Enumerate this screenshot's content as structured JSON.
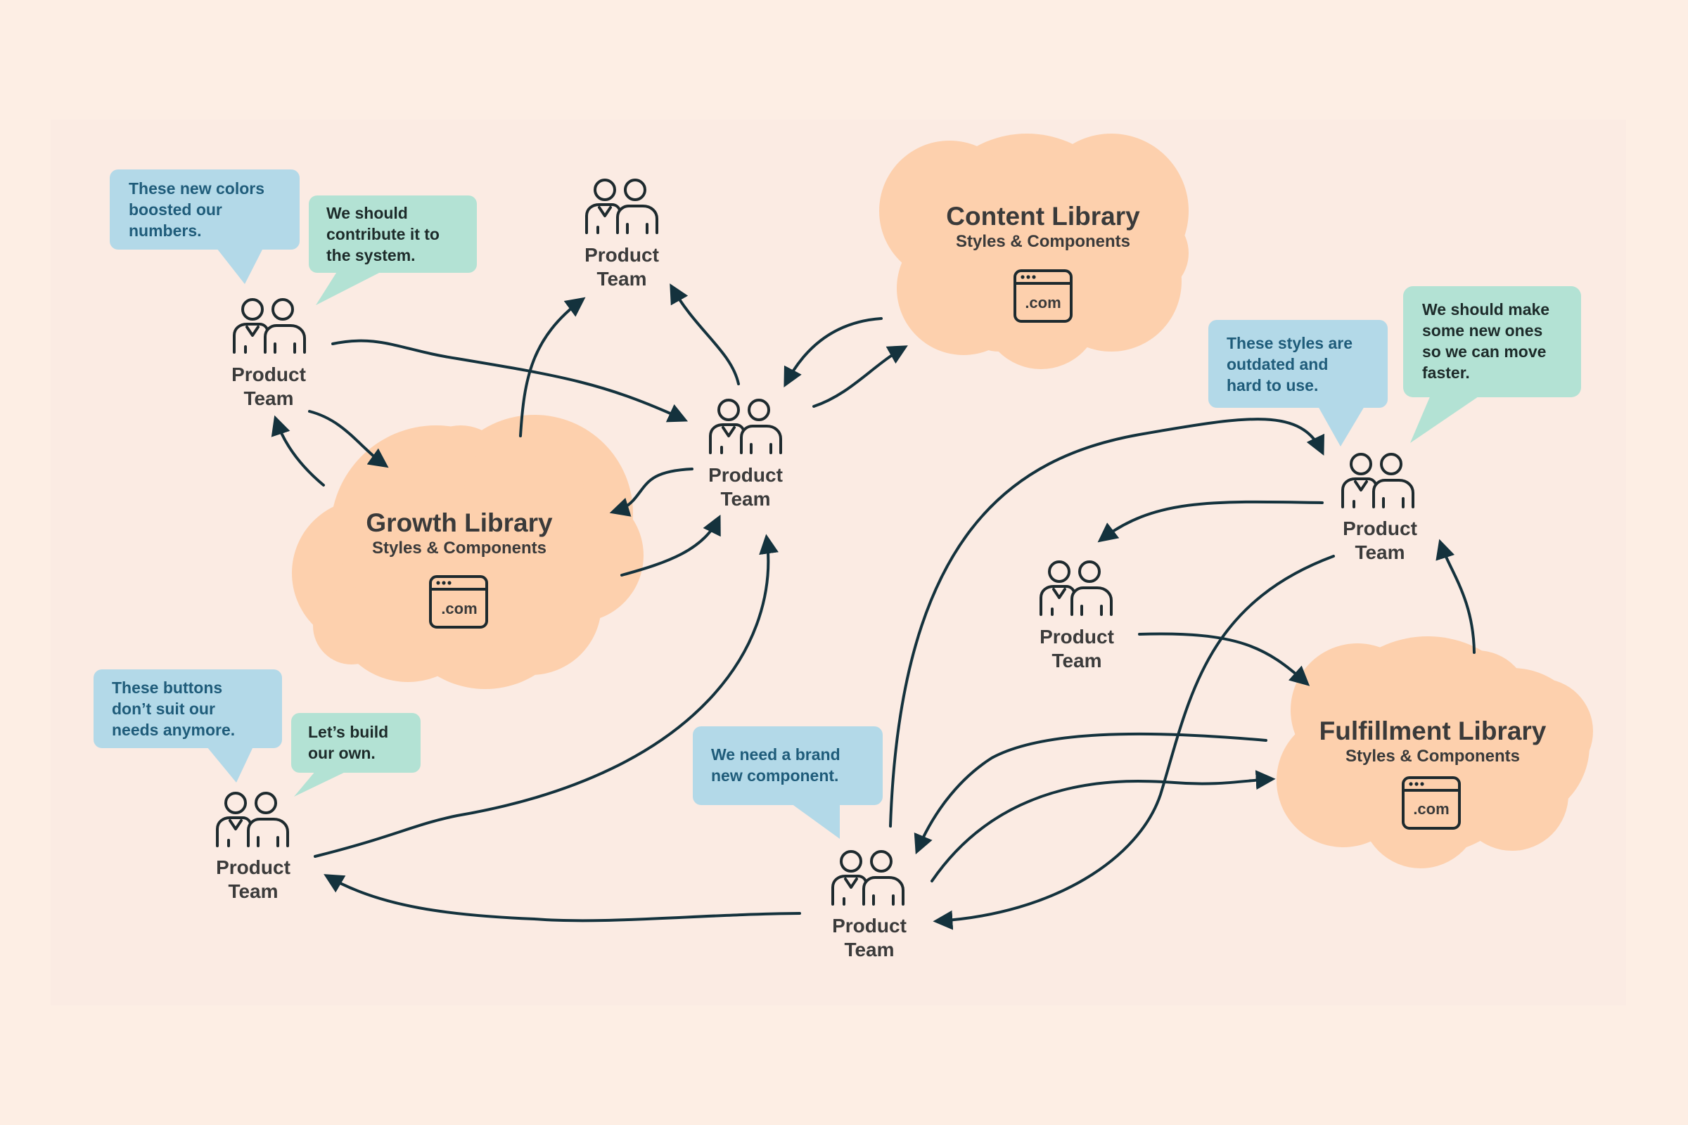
{
  "colors": {
    "background": "#fdeee4",
    "panel": "#fbebe3",
    "cloud": "#fdd0ad",
    "bubble_blue": "#b3d9e8",
    "bubble_green": "#b3e2d4",
    "arrow": "#14323d",
    "icon": "#1e2a2e",
    "text": "#3a3a3a"
  },
  "libraries": {
    "growth": {
      "title": "Growth Library",
      "subtitle": "Styles & Components",
      "icon_label": ".com"
    },
    "content": {
      "title": "Content Library",
      "subtitle": "Styles & Components",
      "icon_label": ".com"
    },
    "fulfillment": {
      "title": "Fulfillment Library",
      "subtitle": "Styles & Components",
      "icon_label": ".com"
    }
  },
  "teams": {
    "top_left": "Product\nTeam",
    "top_center": "Product\nTeam",
    "center": "Product\nTeam",
    "bottom_left": "Product\nTeam",
    "bottom_center": "Product\nTeam",
    "right_top": "Product\nTeam",
    "right_middle": "Product\nTeam"
  },
  "bubbles": {
    "b1": "These new colors\nboosted our\nnumbers.",
    "b2": "We should\ncontribute it to\nthe system.",
    "b3": "These styles are\noutdated and\nhard to use.",
    "b4": "We should make\nsome new ones\nso we can move\nfaster.",
    "b5": "These buttons\ndon’t suit our\nneeds anymore.",
    "b6": "Let’s build\nour own.",
    "b7": "We need a brand\nnew component."
  }
}
